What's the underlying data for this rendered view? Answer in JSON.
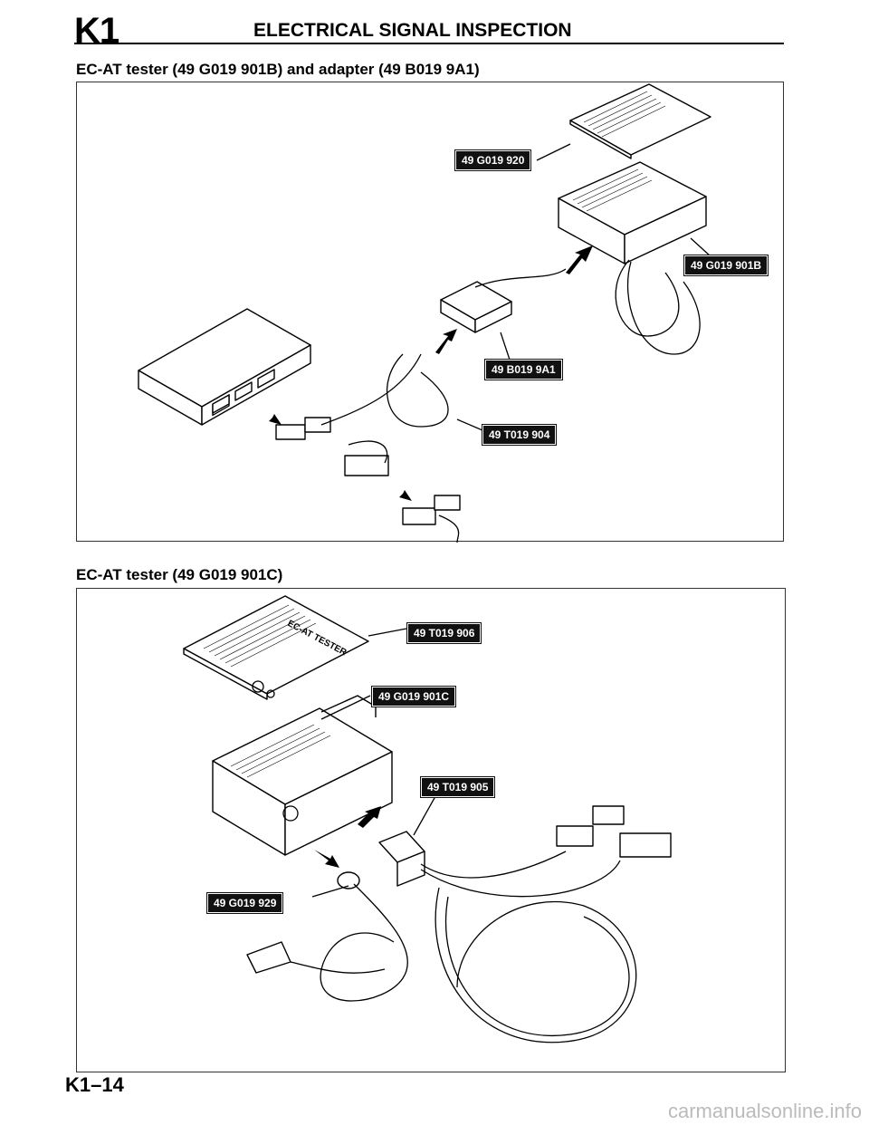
{
  "header": {
    "section_code": "K1",
    "title": "ELECTRICAL SIGNAL INSPECTION"
  },
  "figure1": {
    "caption": "EC-AT tester (49 G019 901B) and adapter (49 B019 9A1)",
    "labels": {
      "overlay": "49 G019 920",
      "tester": "49 G019 901B",
      "adapter": "49 B019 9A1",
      "harness": "49 T019 904"
    }
  },
  "figure2": {
    "caption": "EC-AT tester (49 G019 901C)",
    "labels": {
      "overlay": "49 T019 906",
      "tester": "49 G019 901C",
      "harness": "49 T019 905",
      "power_cord": "49 G019 929"
    },
    "panel_text": "EC-AT TESTER"
  },
  "footer": {
    "page_number": "K1–14",
    "watermark": "carmanualsonline.info"
  }
}
